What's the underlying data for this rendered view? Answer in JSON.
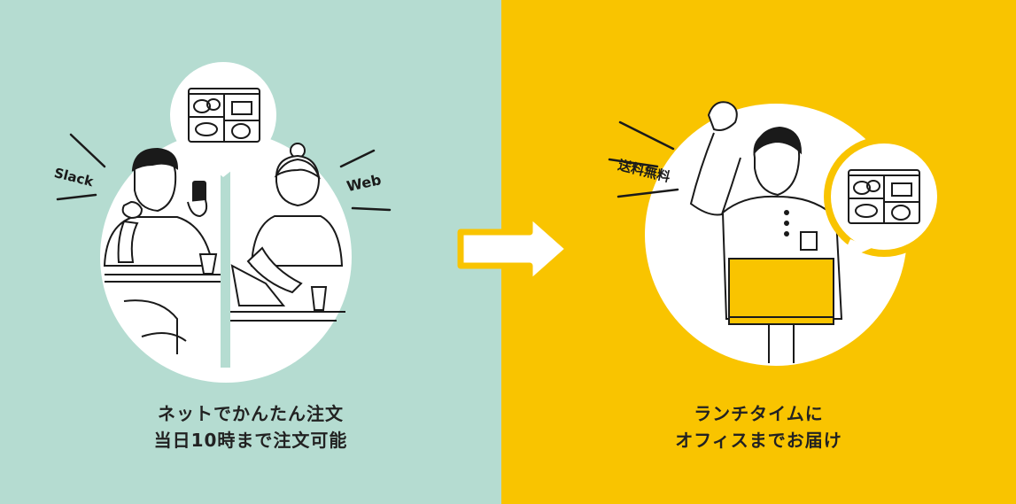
{
  "colors": {
    "left_panel": "#b5dcd1",
    "right_panel": "#f9c400",
    "circle": "#ffffff",
    "ink": "#1a1a1a"
  },
  "left": {
    "tag_slack": "Slack",
    "tag_web": "Web",
    "caption_line1": "ネットでかんたん注文",
    "caption_line2": "当日10時まで注文可能"
  },
  "right": {
    "tag_free_shipping": "送料無料",
    "caption_line1": "ランチタイムに",
    "caption_line2": "オフィスまでお届け"
  },
  "icons": [
    "bento-box-icon",
    "smartphone-icon",
    "laptop-icon",
    "cup-icon",
    "arrow-right-icon",
    "delivery-box-icon"
  ]
}
